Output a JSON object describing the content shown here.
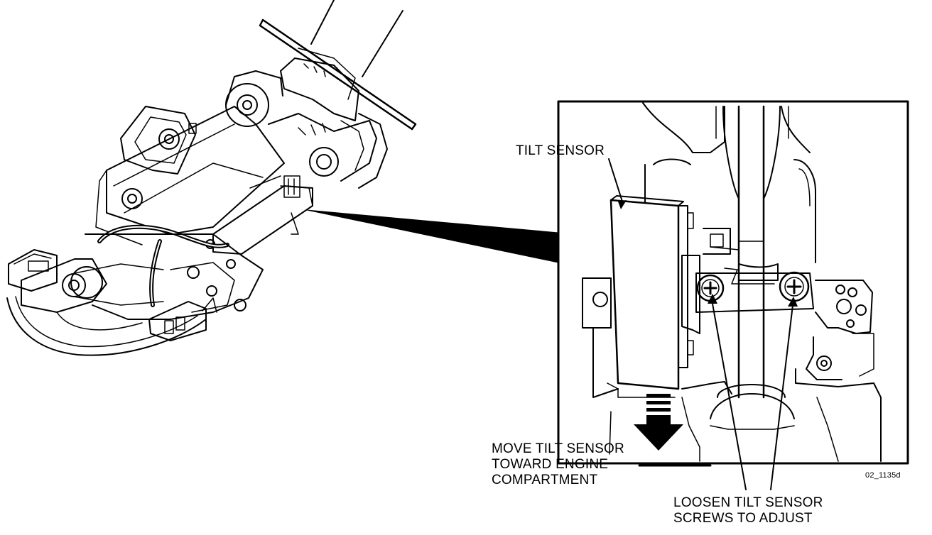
{
  "labels": {
    "tilt_sensor": "TILT SENSOR",
    "move_line1": "MOVE TILT SENSOR",
    "move_line2": "TOWARD ENGINE",
    "move_line3": "COMPARTMENT",
    "loosen_line1": "LOOSEN TILT SENSOR",
    "loosen_line2": "SCREWS TO ADJUST",
    "figure_id": "02_1135d"
  },
  "colors": {
    "ink": "#000000",
    "paper": "#ffffff"
  },
  "icons": [
    "arrow-down-icon",
    "phillips-screw-icon"
  ]
}
